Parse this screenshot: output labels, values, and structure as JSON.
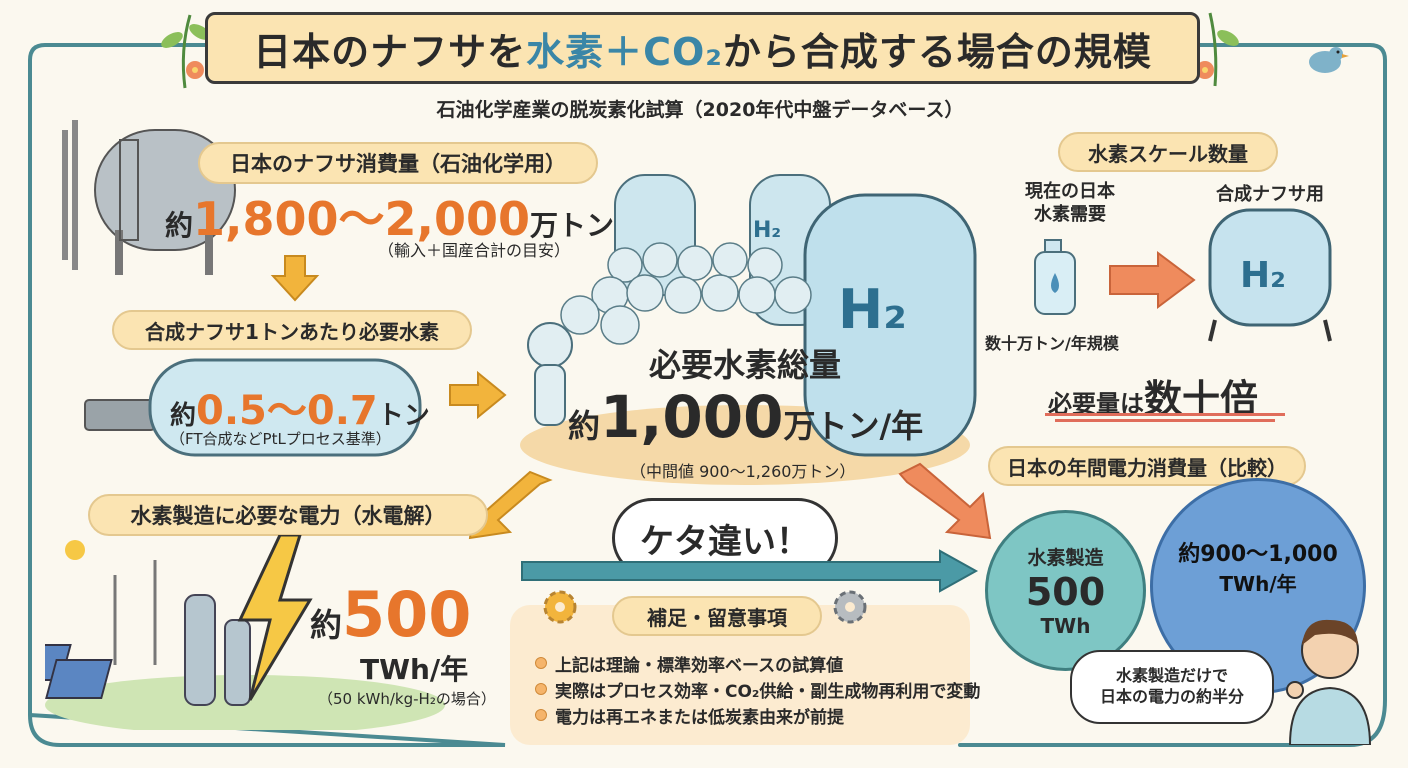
{
  "header": {
    "title_prefix": "日本のナフサを",
    "title_blue": "水素＋CO₂",
    "title_suffix": "から合成する場合の規模",
    "subtitle": "石油化学産業の脱炭素化試算（2020年代中盤データベース）"
  },
  "naphtha": {
    "label": "日本のナフサ消費量（石油化学用）",
    "prefix": "約",
    "value": "1,800～2,000",
    "unit": "万トン/年",
    "note": "（輸入＋国産合計の目安）"
  },
  "per_ton": {
    "label": "合成ナフサ1トンあたり必要水素",
    "prefix": "約",
    "value": "0.5～0.7",
    "unit": "トン",
    "note": "（FT合成などPtLプロセス基準）"
  },
  "total": {
    "label": "必要水素総量",
    "prefix": "約",
    "value": "1,000",
    "unit": "万トン/年",
    "note": "（中間値 900～1,260万トン）"
  },
  "power": {
    "label": "水素製造に必要な電力（水電解）",
    "prefix": "約",
    "value": "500",
    "unit": "TWh/年",
    "note": "（50 kWh/kg-H₂の場合）"
  },
  "callout": "ケタ違い！",
  "scale": {
    "label": "水素スケール数量",
    "current_label": "現在の日本\n水素需要",
    "current_note": "数十万トン/年規模",
    "future_label": "合成ナフサ用",
    "result_prefix": "必要量は",
    "result_value": "数十倍",
    "tank_text": "H₂"
  },
  "electricity": {
    "label": "日本の年間電力消費量（比較）",
    "hydrogen_circle": {
      "title": "水素製造",
      "value": "500",
      "unit": "TWh"
    },
    "japan_circle": {
      "value": "約900～1,000",
      "unit": "TWh/年"
    },
    "speech": "水素製造だけで\n日本の電力の約半分"
  },
  "notes": {
    "title": "補足・留意事項",
    "items": [
      "上記は理論・標準効率ベースの試算値",
      "実際はプロセス効率・CO₂供給・副生成物再利用で変動",
      "電力は再エネまたは低炭素由来が前提"
    ]
  },
  "tank_label": "H₂",
  "colors": {
    "accent_orange": "#e7762c",
    "title_blue": "#3a86a7",
    "banner_yellow": "#fbe4b2",
    "teal_circle": "#7ec6c4",
    "blue_circle": "#6d9fd6"
  }
}
